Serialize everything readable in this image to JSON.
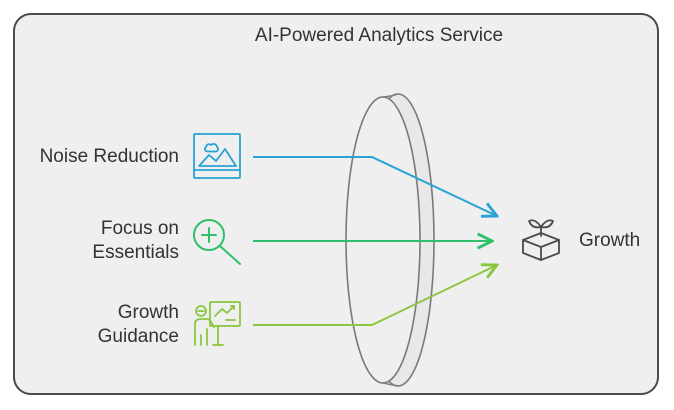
{
  "title": "AI-Powered Analytics Service",
  "inputs": [
    {
      "line1": "Noise Reduction",
      "line2": "",
      "icon": "landscape-image-icon",
      "color": "#29a3d6"
    },
    {
      "line1": "Focus on",
      "line2": "Essentials",
      "icon": "magnify-plus-icon",
      "color": "#2fc06a"
    },
    {
      "line1": "Growth",
      "line2": "Guidance",
      "icon": "presenter-chart-icon",
      "color": "#8cc63f"
    }
  ],
  "output": {
    "label": "Growth",
    "icon": "sprout-box-icon",
    "color": "#4a4a4a"
  },
  "lens": {
    "name": "lens",
    "stroke": "#7a7a7a"
  }
}
